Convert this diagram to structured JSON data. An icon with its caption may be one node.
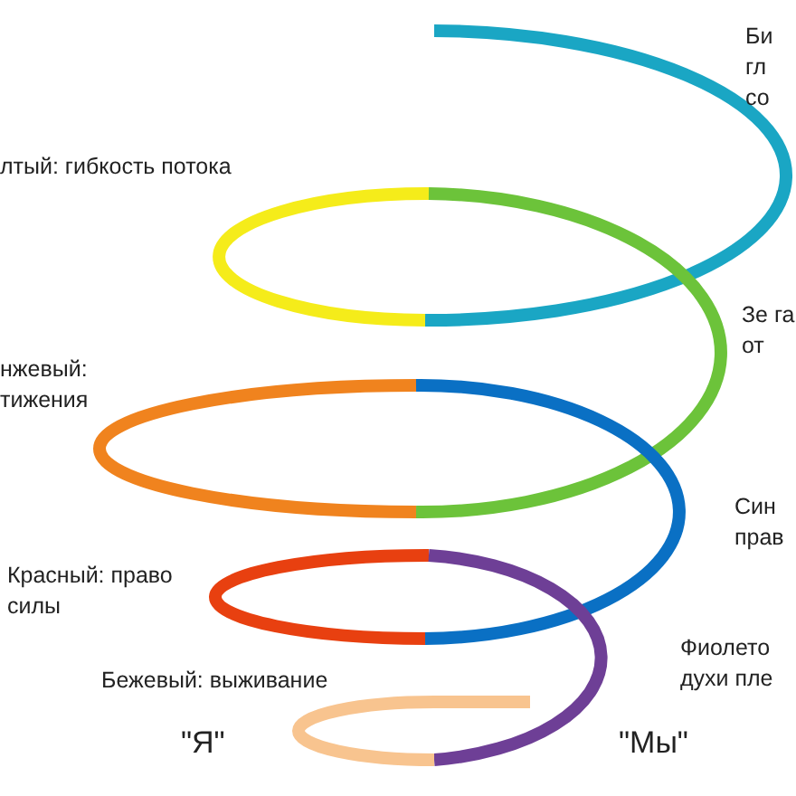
{
  "diagram": {
    "labels": [
      "Би гл со",
      "лтый: гибкость потока",
      "Зе га от",
      "нжевый: тижения",
      "Син прав",
      "Красный: право силы",
      "Фиолето духи пле",
      "Бежевый: выживание",
      "\"Я\"",
      "\"Мы\""
    ]
  }
}
